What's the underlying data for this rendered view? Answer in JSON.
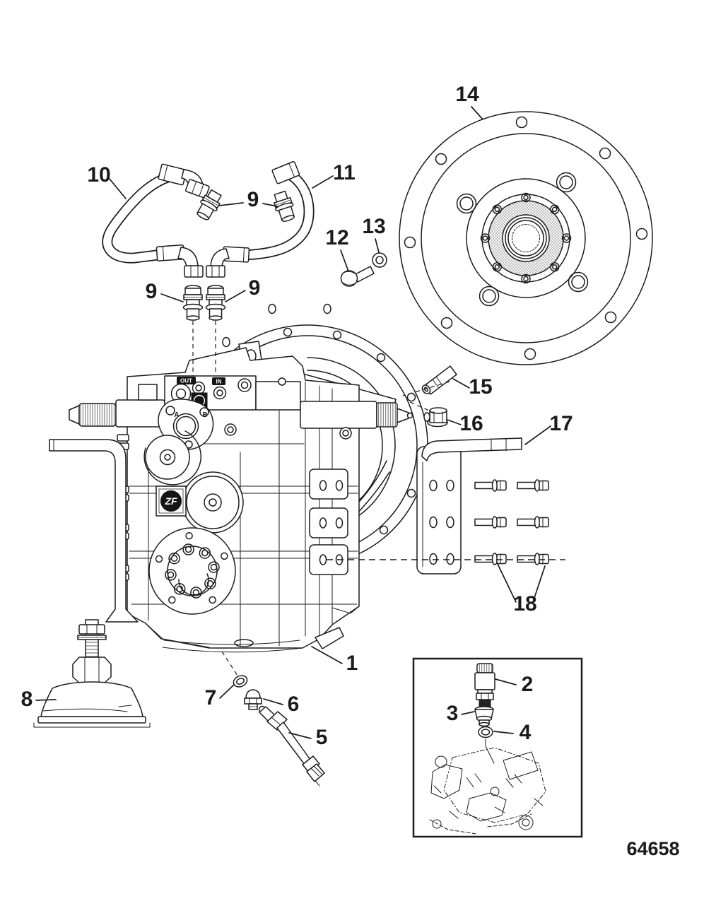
{
  "diagram": {
    "drawing_number": "64658",
    "logo": "ZF",
    "labels": {
      "out": "OUT",
      "in": "IN",
      "port_a": "A",
      "port_b": "B"
    },
    "callouts": {
      "n1": "1",
      "n2": "2",
      "n3": "3",
      "n4": "4",
      "n5": "5",
      "n6": "6",
      "n7": "7",
      "n8": "8",
      "n9": "9",
      "n10": "10",
      "n11": "11",
      "n12": "12",
      "n13": "13",
      "n14": "14",
      "n15": "15",
      "n16": "16",
      "n17": "17",
      "n18": "18"
    },
    "colors": {
      "line": "#1c1c1c",
      "background": "#ffffff",
      "hatch": "#9a9a9a"
    }
  }
}
